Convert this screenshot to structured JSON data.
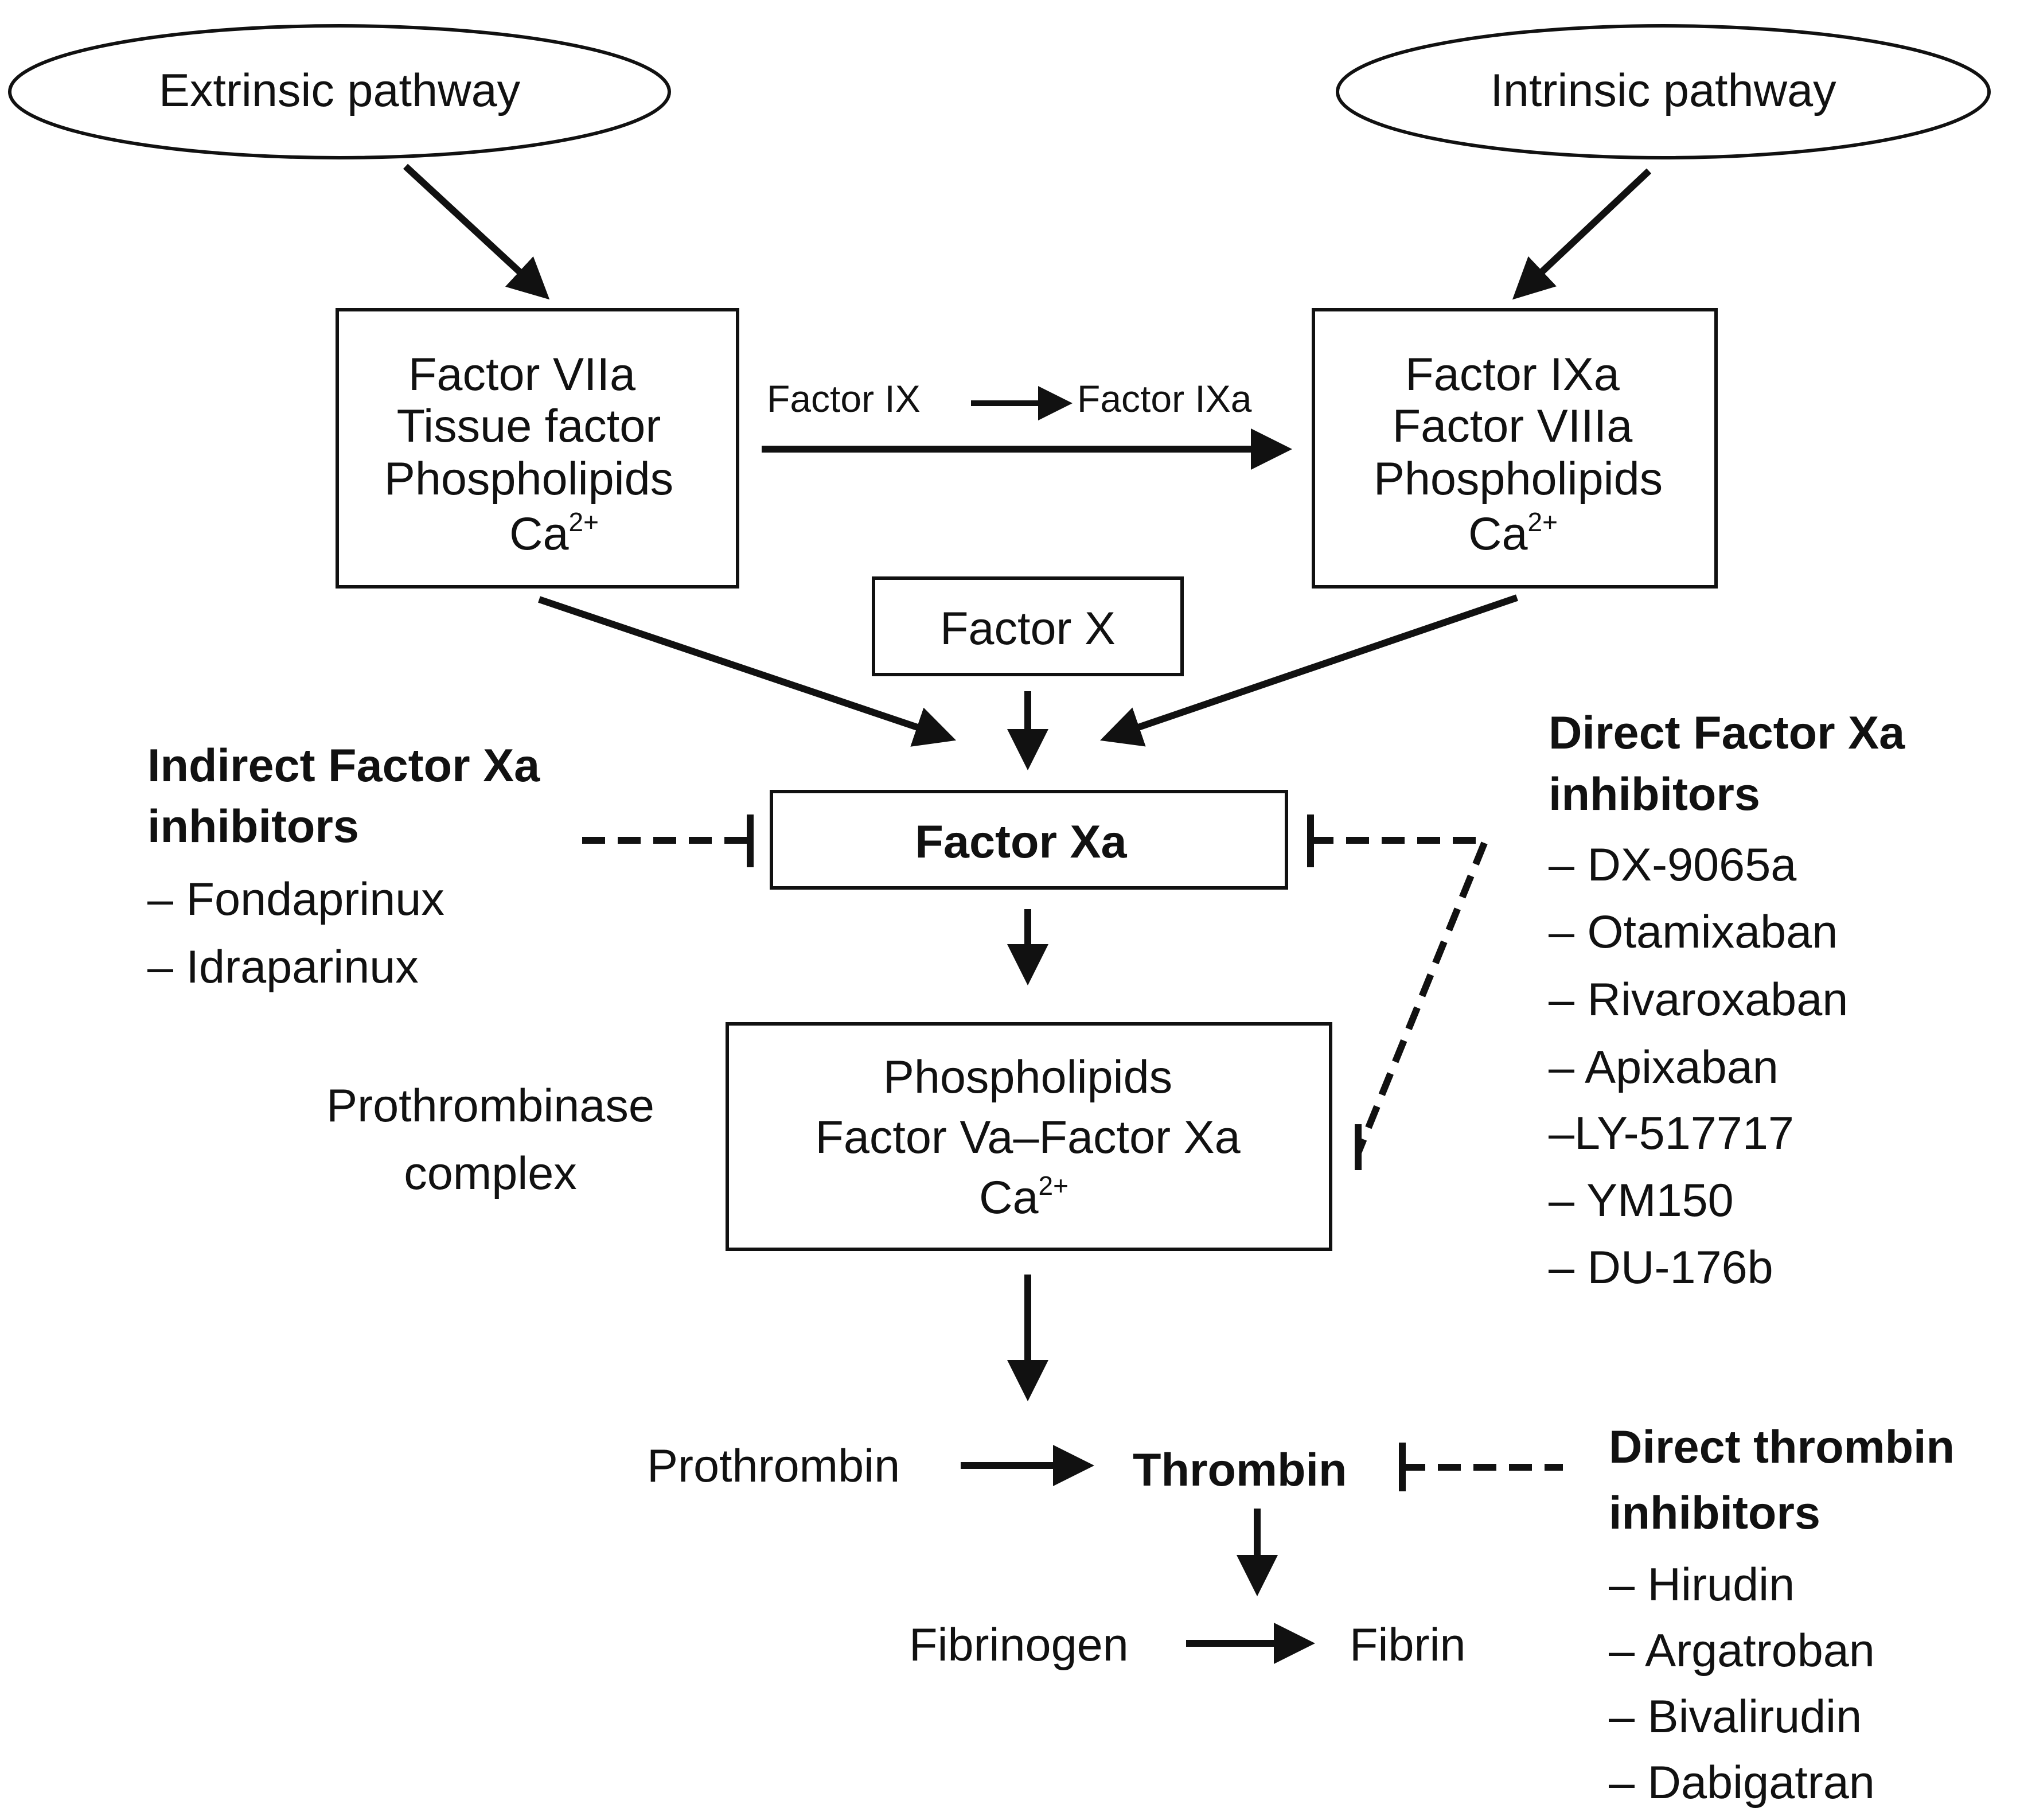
{
  "extrinsic_pathway": "Extrinsic pathway",
  "intrinsic_pathway": "Intrinsic pathway",
  "extrinsic_box": {
    "line1": "Factor VIIa",
    "line2": "Tissue factor",
    "line3": "Phospholipids",
    "ca_base": "Ca",
    "ca_sup": "2+"
  },
  "intrinsic_box": {
    "line1": "Factor IXa",
    "line2": "Factor VIIIa",
    "line3": "Phospholipids",
    "ca_base": "Ca",
    "ca_sup": "2+"
  },
  "factor_ix": "Factor IX",
  "factor_ixa": "Factor IXa",
  "factor_x": "Factor X",
  "factor_xa": "Factor Xa",
  "indirect": {
    "title1": "Indirect Factor Xa",
    "title2": "inhibitors",
    "items": [
      "– Fondaprinux",
      "– Idraparinux"
    ]
  },
  "direct_xa": {
    "title1": "Direct Factor Xa",
    "title2": "inhibitors",
    "items": [
      "– DX-9065a",
      "– Otamixaban",
      "– Rivaroxaban",
      "– Apixaban",
      "–LY-517717",
      "– YM150",
      "– DU-176b"
    ]
  },
  "prothrombinase_label": {
    "line1": "Prothrombinase",
    "line2": "complex"
  },
  "prothrombinase_box": {
    "line1": "Phospholipids",
    "line2": "Factor Va–Factor Xa",
    "ca_base": "Ca",
    "ca_sup": "2+"
  },
  "prothrombin": "Prothrombin",
  "thrombin": "Thrombin",
  "fibrinogen": "Fibrinogen",
  "fibrin": "Fibrin",
  "direct_thrombin": {
    "title1": "Direct thrombin",
    "title2": "inhibitors",
    "items": [
      "– Hirudin",
      "– Argatroban",
      "– Bivalirudin",
      "– Dabigatran"
    ]
  }
}
